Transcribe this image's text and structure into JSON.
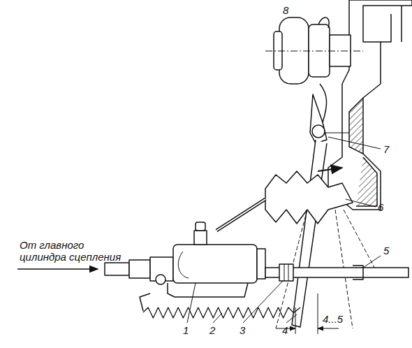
{
  "diagram": {
    "labels": [
      "8",
      "7",
      "6",
      "5",
      "От главного цилиндра сцепления",
      "1",
      "2",
      "3",
      "4",
      "4...5"
    ]
  }
}
